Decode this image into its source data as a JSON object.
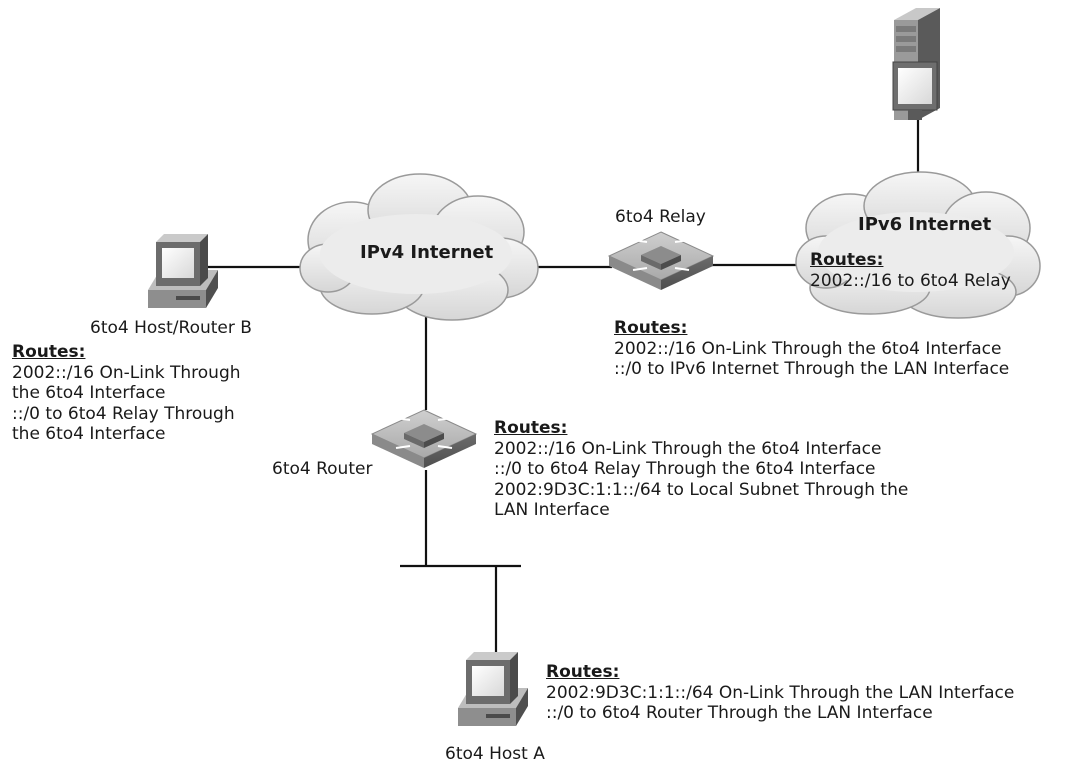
{
  "nodes": {
    "host_router_b": "6to4 Host/Router B",
    "relay": "6to4 Relay",
    "router": "6to4 Router",
    "host_a": "6to4 Host A"
  },
  "clouds": {
    "ipv4": "IPv4 Internet",
    "ipv6": "IPv6 Internet"
  },
  "routes": {
    "host_router_b": {
      "header": "Routes:",
      "lines": [
        "2002::/16 On-Link Through",
        "the 6to4 Interface",
        "::/0 to 6to4 Relay Through",
        "the 6to4 Interface"
      ]
    },
    "ipv6_internet": {
      "header": "Routes:",
      "lines": [
        "2002::/16 to 6to4 Relay"
      ]
    },
    "relay": {
      "header": "Routes:",
      "lines": [
        "2002::/16 On-Link Through the 6to4 Interface",
        "::/0 to IPv6 Internet Through the LAN Interface"
      ]
    },
    "router": {
      "header": "Routes:",
      "lines": [
        "2002::/16 On-Link Through the 6to4 Interface",
        "::/0 to 6to4 Relay Through the 6to4 Interface",
        "2002:9D3C:1:1::/64 to Local Subnet Through the",
        "LAN Interface"
      ]
    },
    "host_a": {
      "header": "Routes:",
      "lines": [
        "2002:9D3C:1:1::/64 On-Link Through the LAN Interface",
        "::/0 to 6to4 Router Through the LAN Interface"
      ]
    }
  },
  "icons": {
    "server": "server-icon",
    "workstation": "workstation-icon",
    "router": "router-icon",
    "cloud": "cloud-icon"
  },
  "colors": {
    "line": "#111111",
    "cloud_fill": "#e4e4e4",
    "device_fill": "#9a9a9a"
  }
}
